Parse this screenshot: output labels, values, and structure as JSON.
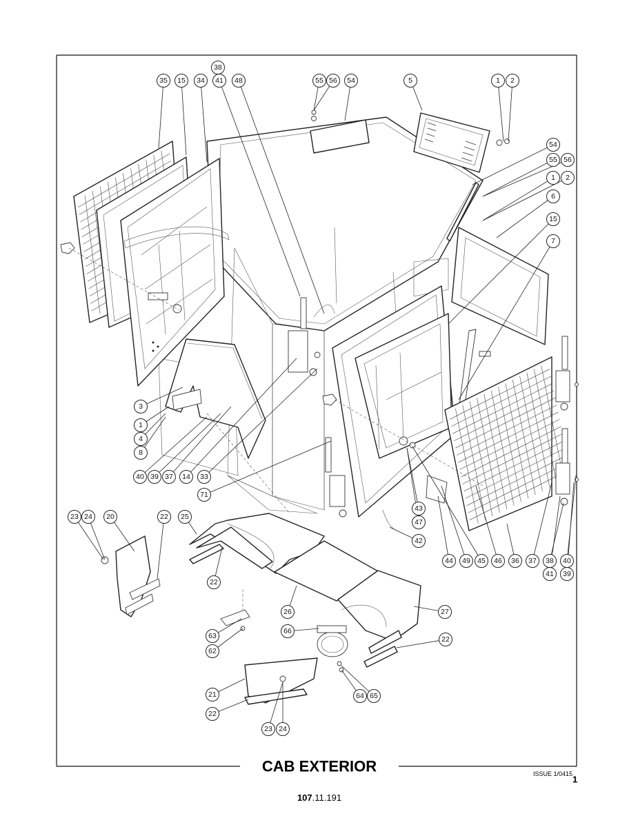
{
  "title": "CAB EXTERIOR",
  "issue": "ISSUE 1/0415",
  "page_number": "1",
  "reference": {
    "bold": "107",
    "rest": ".11.191"
  },
  "callouts": [
    "38",
    "35",
    "15",
    "34",
    "41",
    "48",
    "55",
    "56",
    "54",
    "5",
    "1",
    "2",
    "54",
    "55",
    "56",
    "1",
    "2",
    "6",
    "15",
    "7",
    "3",
    "1",
    "4",
    "8",
    "40",
    "39",
    "37",
    "14",
    "33",
    "71",
    "43",
    "47",
    "42",
    "44",
    "49",
    "45",
    "46",
    "36",
    "37",
    "38",
    "40",
    "41",
    "39",
    "23",
    "24",
    "20",
    "22",
    "25",
    "22",
    "26",
    "27",
    "22",
    "63",
    "62",
    "66",
    "64",
    "65",
    "21",
    "22",
    "23",
    "24"
  ]
}
